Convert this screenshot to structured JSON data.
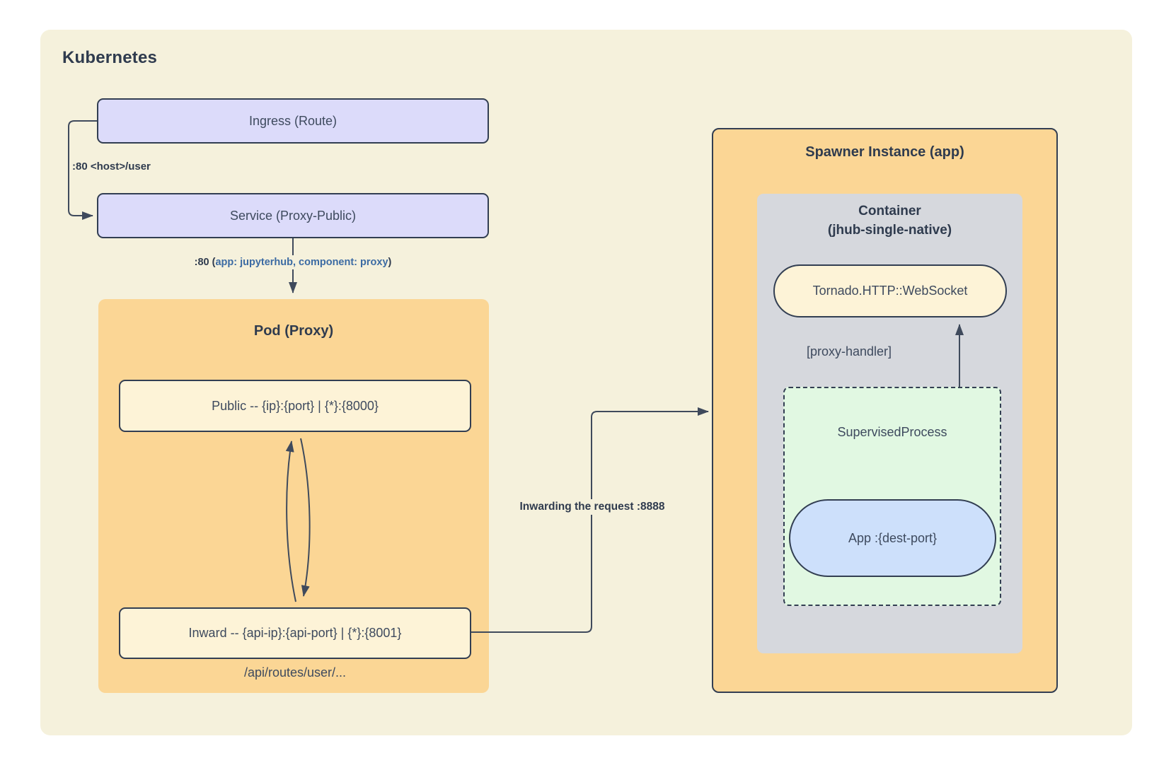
{
  "diagram": {
    "title": "Kubernetes",
    "colors": {
      "canvas_bg": "#f5f1dc",
      "node_lavender": "#dcdbfa",
      "node_orange": "#fbd695",
      "node_cream": "#fdf3d7",
      "node_gray": "#d6d8dd",
      "node_green": "#e1f8e2",
      "node_blue": "#cde0fb",
      "line": "#3f4a5c",
      "border": "#323e52",
      "text_dark": "#2f3b4e",
      "text_body": "#3e4a5e",
      "text_blue": "#3c6ba3"
    },
    "nodes": {
      "ingress": {
        "label": "Ingress (Route)"
      },
      "service": {
        "label": "Service (Proxy-Public)"
      },
      "pod": {
        "title": "Pod (Proxy)",
        "public_endpoint": "Public -- {ip}:{port} | {*}:{8000}",
        "inward_endpoint": "Inward -- {api-ip}:{api-port} | {*}:{8001}",
        "routes_caption": "/api/routes/user/..."
      },
      "spawner": {
        "title": "Spawner Instance (app)",
        "container_line1": "Container",
        "container_line2": "(jhub-single-native)",
        "websocket": "Tornado.HTTP::WebSocket",
        "supervised_process": "SupervisedProcess",
        "app": "App :{dest-port}"
      }
    },
    "edges": {
      "ingress_to_service_label": ":80 <host>/user",
      "service_to_pod_prefix": ":80 (",
      "service_to_pod_selector": "app: jupyterhub, component: proxy",
      "service_to_pod_suffix": ")",
      "inward_to_spawner_label": "Inwarding the request :8888",
      "proxy_handler_label": "[proxy-handler]"
    }
  }
}
